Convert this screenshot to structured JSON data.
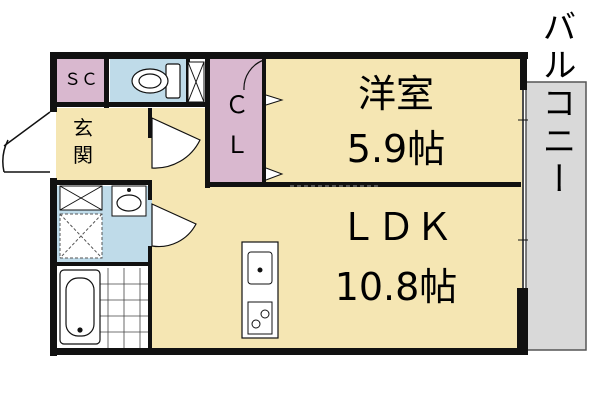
{
  "rooms": {
    "western": {
      "name": "洋室",
      "size": "5.9帖"
    },
    "ldk": {
      "name": "ＬＤＫ",
      "size": "10.8帖"
    },
    "closet": {
      "label_top": "Ｃ",
      "label_bottom": "Ｌ"
    },
    "sc": {
      "label": "ＳＣ"
    },
    "entrance": {
      "line1": "玄",
      "line2": "関"
    },
    "balcony": {
      "label": "バルコニー"
    }
  },
  "colors": {
    "room_fill": "#f5e6b3",
    "closet_fill": "#d9b8cf",
    "wet_fill": "#bfdbe9",
    "balcony_fill": "#d9d9d9",
    "wall": "#111111"
  },
  "icons": [
    "toilet-icon",
    "washbasin-icon",
    "bathtub-icon",
    "kitchen-sink-icon",
    "stove-icon",
    "washer-pan-icon"
  ]
}
